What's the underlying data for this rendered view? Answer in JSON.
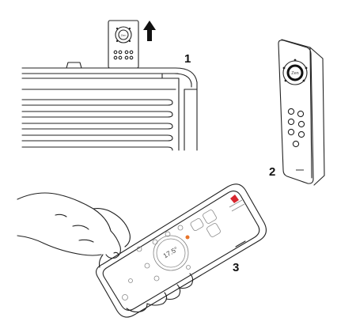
{
  "callouts": {
    "step1": "1",
    "step2": "2",
    "step3": "3"
  },
  "remote": {
    "center_label": "Zen"
  },
  "phone": {
    "temperature": "17.5°"
  },
  "colors": {
    "accent_orange": "#e8742a",
    "logo_red": "#d7262e"
  }
}
